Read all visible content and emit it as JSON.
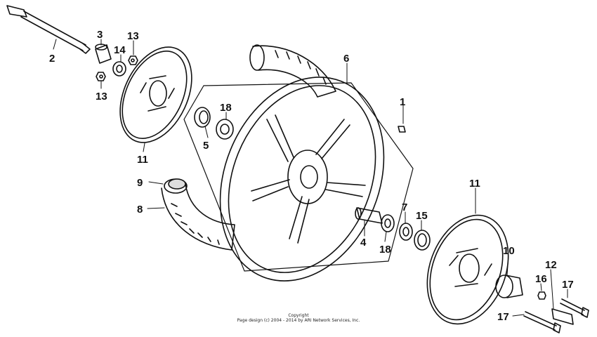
{
  "callouts": {
    "c1": "1",
    "c2": "2",
    "c3": "3",
    "c4": "4",
    "c5": "5",
    "c6": "6",
    "c7": "7",
    "c8": "8",
    "c9": "9",
    "c10": "10",
    "c11a": "11",
    "c11b": "11",
    "c12": "12",
    "c13a": "13",
    "c13b": "13",
    "c14": "14",
    "c15": "15",
    "c16": "16",
    "c17a": "17",
    "c17b": "17",
    "c18a": "18",
    "c18b": "18"
  },
  "footer": {
    "copyright_word": "Copyright",
    "copyright_line": "Page design (c) 2004 - 2014 by ARI Network Services, Inc."
  }
}
